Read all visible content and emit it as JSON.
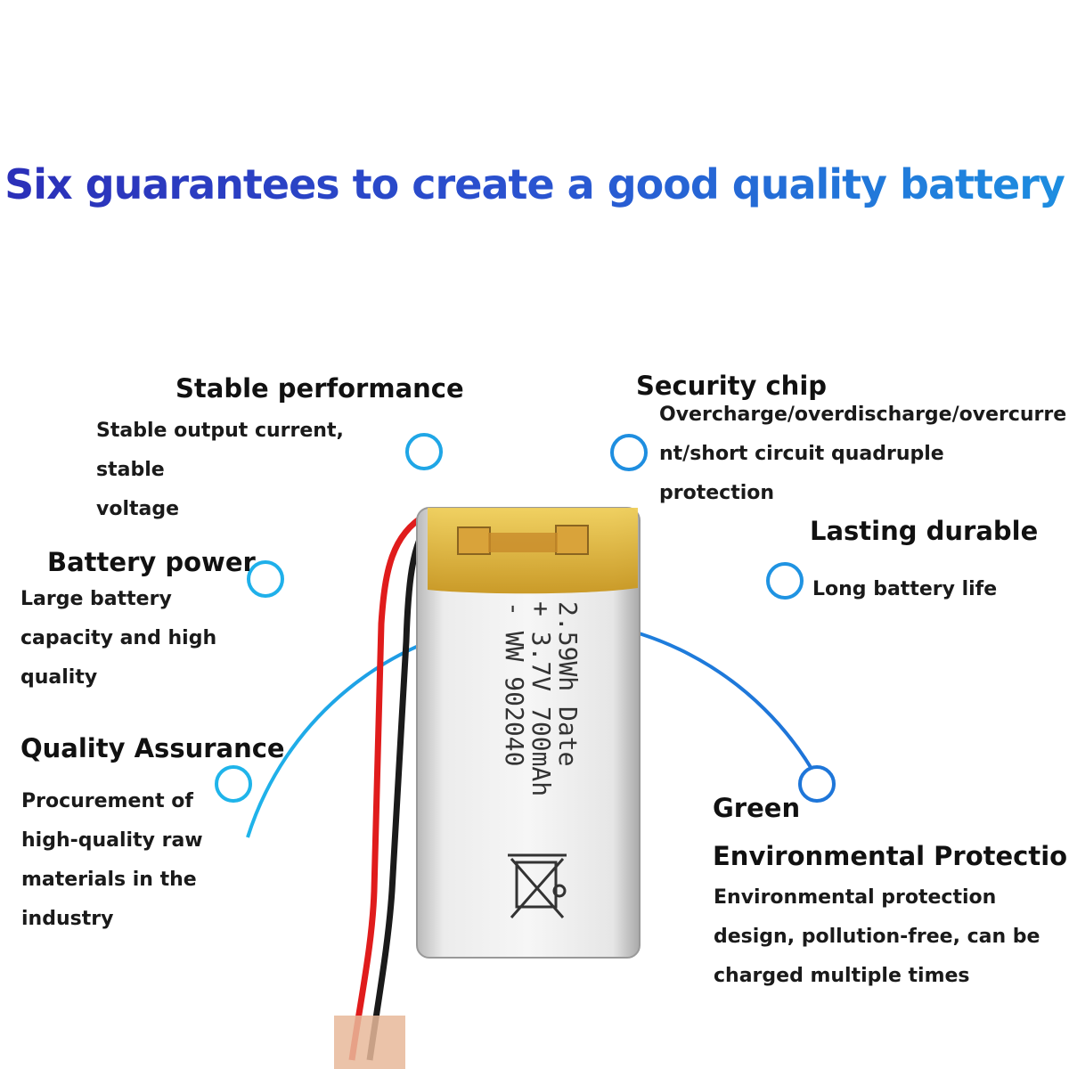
{
  "title": "Six guarantees to create a good quality battery",
  "features": {
    "stable_performance": {
      "heading": "Stable performance",
      "desc_lines": [
        "Stable output current, stable",
        "voltage"
      ]
    },
    "security_chip": {
      "heading": "Security chip",
      "desc_lines": [
        "Overcharge/overdischarge/overcurre",
        "nt/short circuit quadruple protection"
      ]
    },
    "battery_power": {
      "heading": "Battery power",
      "desc_lines": [
        "Large battery",
        "capacity and high",
        "quality"
      ]
    },
    "lasting_durable": {
      "heading": "Lasting durable",
      "desc_lines": [
        "Long battery life"
      ]
    },
    "quality_assurance": {
      "heading": "Quality Assurance",
      "desc_lines": [
        "Procurement of",
        "high-quality raw",
        "materials in the",
        "industry"
      ]
    },
    "green_protection": {
      "heading_lines": [
        "Green",
        "Environmental Protection"
      ],
      "desc_lines": [
        "Environmental protection",
        "design, pollution-free, can be",
        "charged multiple times"
      ]
    }
  },
  "battery_label": {
    "line1": "- WW 902040",
    "line2": "+ 3.7V 700mAh",
    "line3": "2.59Wh  Date"
  },
  "colors": {
    "arc_start": "#1fb4ea",
    "arc_end": "#1e73d8",
    "title_start": "#2b2fb8",
    "title_end": "#1d8ee0",
    "wire_red": "#e01c1c",
    "wire_black": "#1a1a1a",
    "tape_yellow": "#e2b93a"
  },
  "icons": [
    "weee-bin-icon"
  ]
}
